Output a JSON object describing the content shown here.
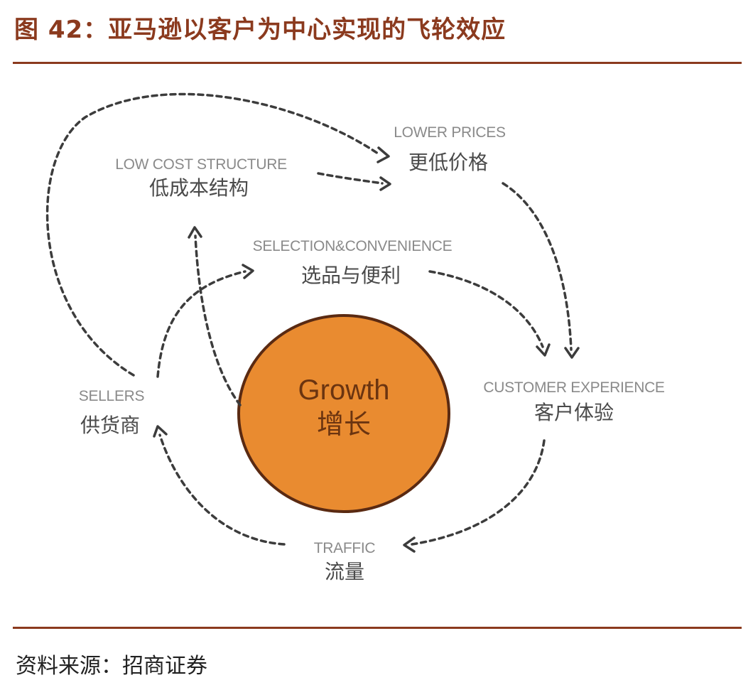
{
  "title": "图 42：亚马逊以客户为中心实现的飞轮效应",
  "source": "资料来源：招商证券",
  "center": {
    "en": "Growth",
    "cn": "增长",
    "color": "#e98b30"
  },
  "nodes": {
    "low_cost": {
      "en": "LOW COST STRUCTURE",
      "cn": "低成本结构"
    },
    "lower_prices": {
      "en": "LOWER PRICES",
      "cn": "更低价格"
    },
    "selection": {
      "en": "SELECTION&CONVENIENCE",
      "cn": "选品与便利"
    },
    "customer": {
      "en": "CUSTOMER EXPERIENCE",
      "cn": "客户体验"
    },
    "traffic": {
      "en": "TRAFFIC",
      "cn": "流量"
    },
    "sellers": {
      "en": "SELLERS",
      "cn": "供货商"
    }
  },
  "colors": {
    "title": "#8b3a1e",
    "rule": "#8b3a1e",
    "arrow": "#3c3c3c"
  }
}
